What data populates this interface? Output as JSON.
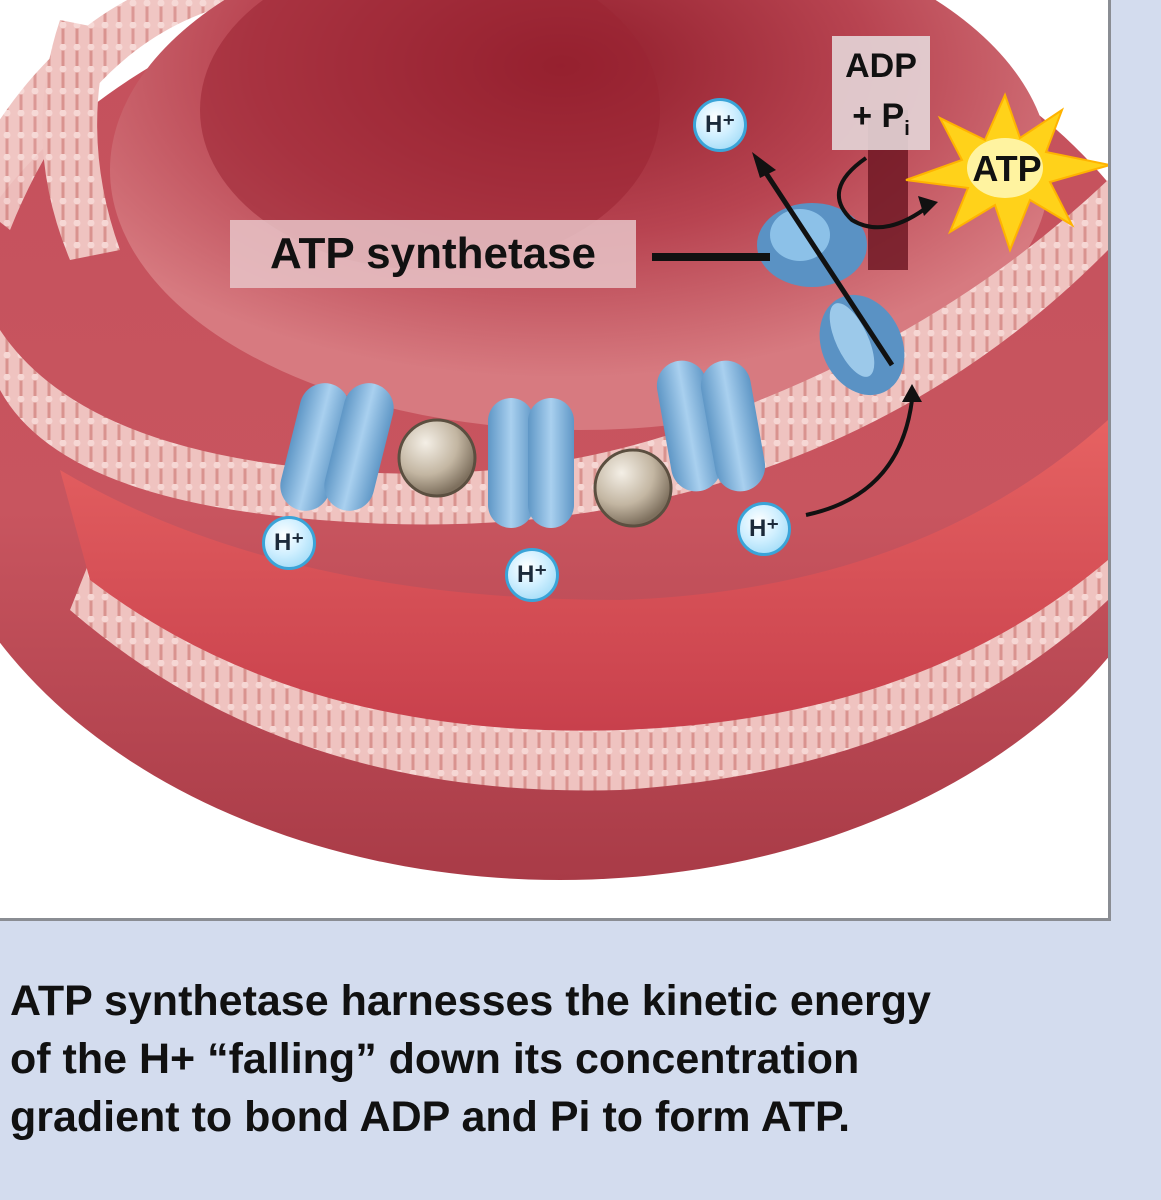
{
  "figure": {
    "labels": {
      "atp_synthetase": "ATP synthetase",
      "adp": "ADP",
      "plus_pi": "+ P",
      "pi_subscript": "i",
      "atp": "ATP",
      "h_ion": "H⁺"
    }
  },
  "caption": {
    "line1": "ATP synthetase harnesses the kinetic energy",
    "line2": "of the H+ “falling” down its concentration",
    "line3": "gradient to bond ADP and Pi to form ATP."
  },
  "colors": {
    "background": "#d3dcee",
    "matrix": "#b94a55",
    "membrane": "#e8b5b2",
    "protein": "#6ea9d6",
    "h_ion_border": "#3aa4d8",
    "atp_burst": "#ffd21a"
  }
}
